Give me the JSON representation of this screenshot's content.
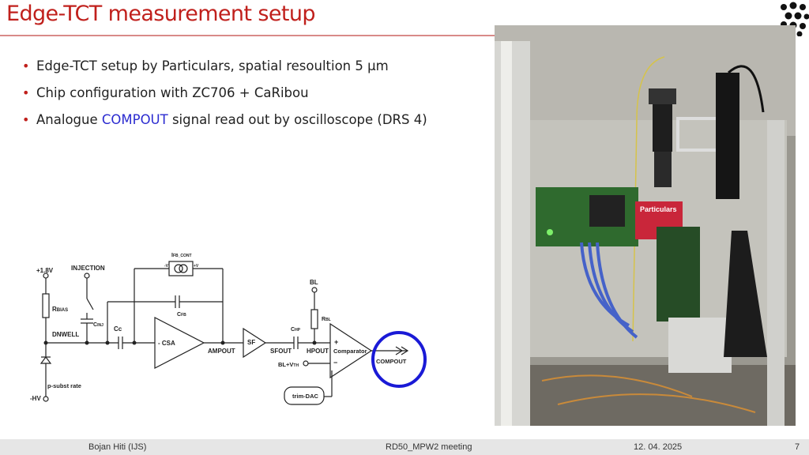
{
  "slide": {
    "title": "Edge-TCT measurement setup",
    "bullets": [
      {
        "text": "Edge-TCT setup by Particulars, spatial resoultion 5 µm"
      },
      {
        "text": "Chip configuration with ZC706 + CaRibou"
      },
      {
        "pre": "Analogue ",
        "highlight": "COMPOUT",
        "post": " signal read out by oscilloscope (DRS 4)"
      }
    ],
    "colors": {
      "title": "#c0201c",
      "highlight": "#2b2bd0",
      "circle": "#1a1ad6"
    }
  },
  "schematic": {
    "labels": {
      "vdd": "+1.8V",
      "injection": "INJECTION",
      "ifb": "I",
      "ifb_sub": "FB_CONT",
      "minus_v": "-V",
      "plus_v": "+V",
      "rbias": "R",
      "rbias_sub": "BIAS",
      "cinj": "C",
      "cinj_sub": "INJ",
      "cc": "Cc",
      "cfb": "C",
      "cfb_sub": "FB",
      "dnwell": "DNWELL",
      "csa": "- CSA",
      "amplout": "AMPOUT",
      "sf": "SF",
      "sfout": "SFOUT",
      "chp": "C",
      "chp_sub": "HP",
      "bl": "BL",
      "rbl": "R",
      "rbl_sub": "BL",
      "hpout": "HPOUT",
      "plus": "+",
      "minus": "−",
      "comparator": "Comparator",
      "compout": "COMPOUT",
      "blvth": "BL+V",
      "blvth_sub": "TH",
      "trimdac": "trim-DAC",
      "psub": "p-subst rate",
      "hv": "-HV"
    }
  },
  "photo": {
    "sign": "Particulars"
  },
  "footer": {
    "author": "Bojan Hiti (IJS)",
    "meeting": "RD50_MPW2 meeting",
    "date": "12. 04. 2025",
    "page": "7"
  }
}
